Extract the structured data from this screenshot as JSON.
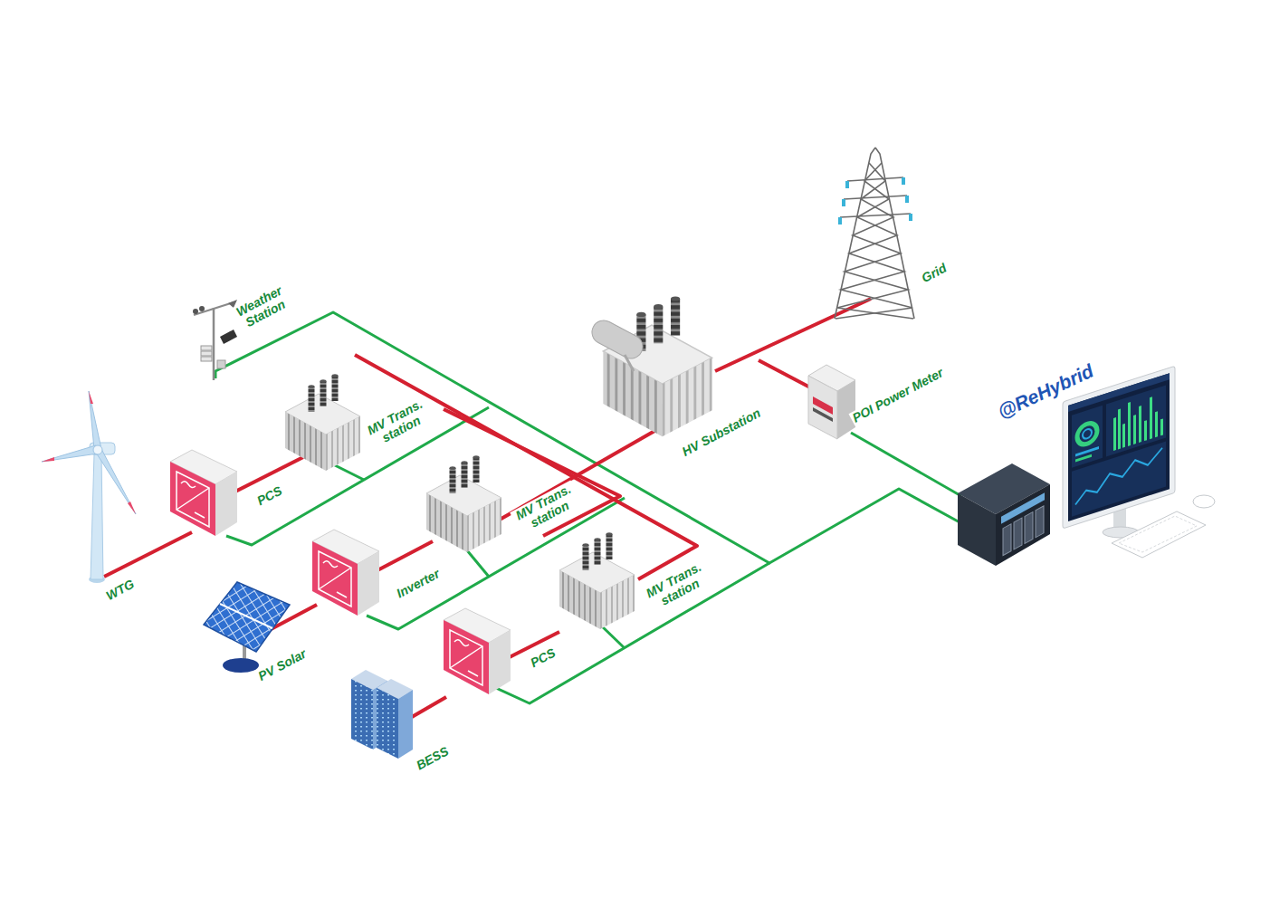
{
  "diagram": {
    "labels": [
      "Weather Station",
      "Grid",
      "POI Power Meter",
      "MV Trans. station",
      "@ReHybrid",
      "HV Substation",
      "PCS",
      "MV Trans. station",
      "Inverter",
      "MV Trans. station",
      "WTG",
      "PCS",
      "PV Solar",
      "BESS"
    ]
  }
}
